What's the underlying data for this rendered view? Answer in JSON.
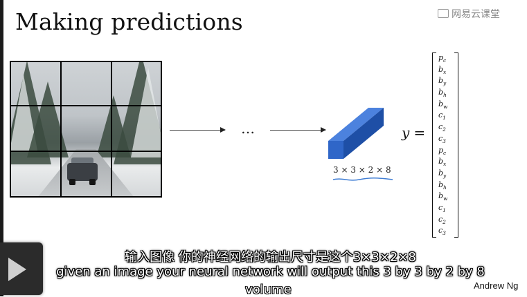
{
  "slide": {
    "title": "Making predictions",
    "watermark": "网易云课堂",
    "ellipsis": "…",
    "output_dims": "3 × 3 × 2 × 8",
    "y_label": "y",
    "equals": "=",
    "credit": "Andrew Ng",
    "vector": [
      {
        "base": "p",
        "sub": "c"
      },
      {
        "base": "b",
        "sub": "x"
      },
      {
        "base": "b",
        "sub": "y"
      },
      {
        "base": "b",
        "sub": "h"
      },
      {
        "base": "b",
        "sub": "w"
      },
      {
        "base": "c",
        "sub": "1"
      },
      {
        "base": "c",
        "sub": "2"
      },
      {
        "base": "c",
        "sub": "3"
      },
      {
        "base": "p",
        "sub": "c"
      },
      {
        "base": "b",
        "sub": "x"
      },
      {
        "base": "b",
        "sub": "y"
      },
      {
        "base": "b",
        "sub": "h"
      },
      {
        "base": "b",
        "sub": "w"
      },
      {
        "base": "c",
        "sub": "1"
      },
      {
        "base": "c",
        "sub": "2"
      },
      {
        "base": "c",
        "sub": "3"
      }
    ],
    "colors": {
      "block_front": "#2f66c8",
      "block_side": "#1e4fa6",
      "block_top": "#4c82de",
      "underline": "#3f7dd4"
    }
  },
  "subtitles": {
    "zh": "输入图像 你的神经网络的输出尺寸是这个3×3×2×8",
    "en_line1": "given an image your neural network will output this 3 by 3 by 2 by 8",
    "en_line2": "volume"
  },
  "player": {
    "play_icon": "play-icon"
  }
}
